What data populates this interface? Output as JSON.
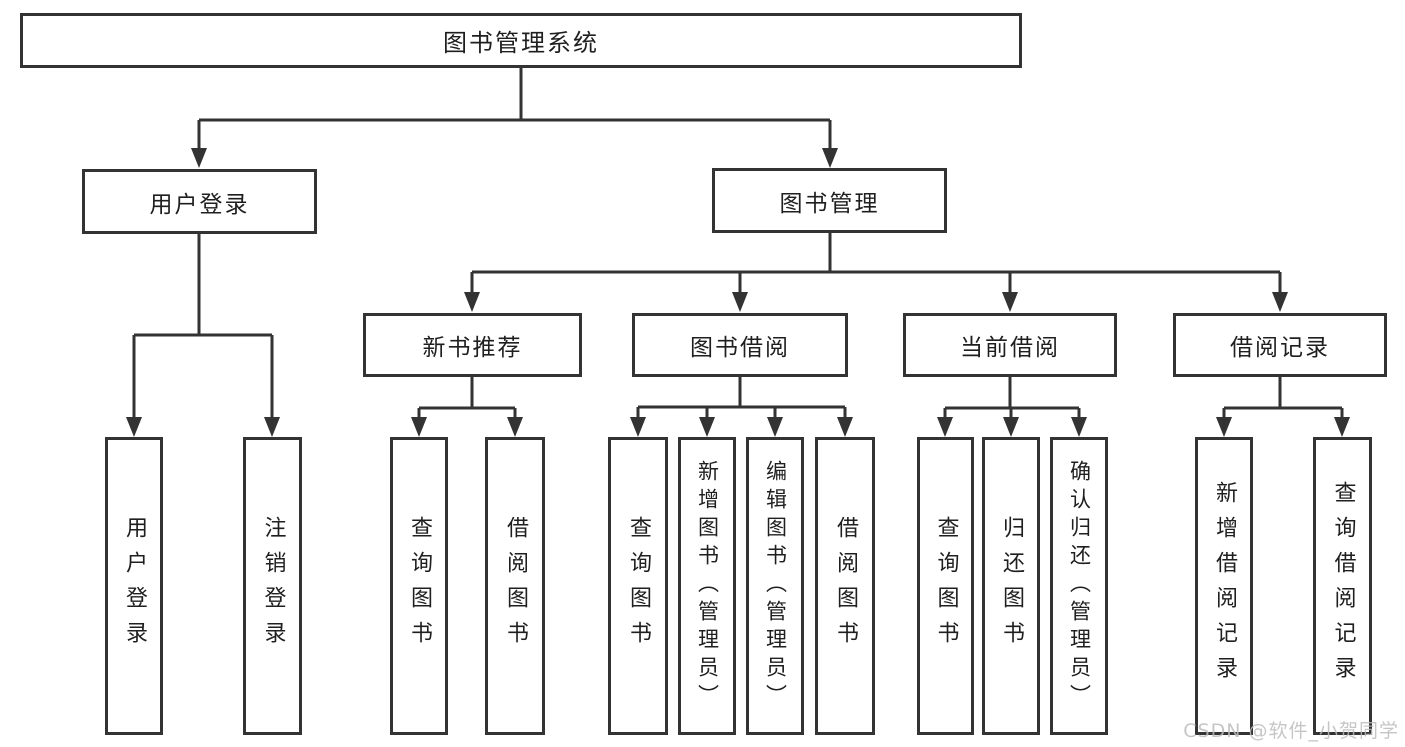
{
  "diagram": {
    "root": {
      "label": "图书管理系统"
    },
    "branches": [
      {
        "label": "用户登录",
        "children": [
          {
            "label": "用户登录"
          },
          {
            "label": "注销登录"
          }
        ]
      },
      {
        "label": "图书管理",
        "children": [
          {
            "label": "新书推荐",
            "children": [
              {
                "label": "查询图书"
              },
              {
                "label": "借阅图书"
              }
            ]
          },
          {
            "label": "图书借阅",
            "children": [
              {
                "label": "查询图书"
              },
              {
                "label": "新增图书（管理员）"
              },
              {
                "label": "编辑图书（管理员）"
              },
              {
                "label": "借阅图书"
              }
            ]
          },
          {
            "label": "当前借阅",
            "children": [
              {
                "label": "查询图书"
              },
              {
                "label": "归还图书"
              },
              {
                "label": "确认归还（管理员）"
              }
            ]
          },
          {
            "label": "借阅记录",
            "children": [
              {
                "label": "新增借阅记录"
              },
              {
                "label": "查询借阅记录"
              }
            ]
          }
        ]
      }
    ]
  },
  "watermark": {
    "text": "CSDN @软件_小贺同学"
  },
  "colors": {
    "line": "#333333",
    "text": "#1f1f1f",
    "background": "#ffffff",
    "watermark": "#bdbdbd"
  }
}
